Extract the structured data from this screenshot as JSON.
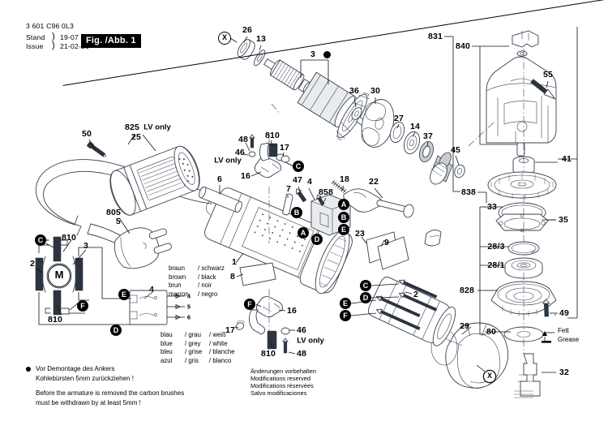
{
  "header": {
    "part_number": "3 601 C96 0L3",
    "stand_label": "Stand",
    "issue_label": "Issue",
    "stand_value": "19-07",
    "issue_value": "21-02-26",
    "fig_label": "Fig. /Abb. 1"
  },
  "notes": {
    "de1": "Vor Demontage des Ankers",
    "de2": "Kohlebürsten 5mm zurückziehen !",
    "en1": "Before the armature is removed the carbon brushes",
    "en2": "must be withdrawn by at least 5mm !"
  },
  "disclaimer": {
    "l1": "Änderungen vorbehalten",
    "l2": "Modifications reserved",
    "l3": "Modifications réservées",
    "l4": "Salvo modificaciones"
  },
  "grease": {
    "de": "Fett",
    "en": "Grease"
  },
  "lv_only": {
    "a": "LV only",
    "b": "LV only",
    "c": "LV only"
  },
  "wire_legend_brown": [
    {
      "a": "braun",
      "b": "/ schwarz"
    },
    {
      "a": "brown",
      "b": "/ black"
    },
    {
      "a": "brun",
      "b": "/ noir"
    },
    {
      "a": "marron",
      "b": "/ negro"
    }
  ],
  "wire_legend_blue": [
    {
      "a": "blau",
      "b": "/ grau",
      "c": "/ weiß"
    },
    {
      "a": "blue",
      "b": "/ grey",
      "c": "/ white"
    },
    {
      "a": "bleu",
      "b": "/ grise",
      "c": "/ blanche"
    },
    {
      "a": "azul",
      "b": "/ gris",
      "c": "/ blanco"
    }
  ],
  "terminal_numbers": {
    "n4": "4",
    "n5": "5",
    "n6": "6"
  },
  "callouts": [
    {
      "text": "26"
    },
    {
      "text": "13"
    },
    {
      "text": "3"
    },
    {
      "text": "36"
    },
    {
      "text": "30"
    },
    {
      "text": "27"
    },
    {
      "text": "14"
    },
    {
      "text": "37"
    },
    {
      "text": "45"
    },
    {
      "text": "838"
    },
    {
      "text": "831"
    },
    {
      "text": "840"
    },
    {
      "text": "55"
    },
    {
      "text": "41"
    },
    {
      "text": "33"
    },
    {
      "text": "35"
    },
    {
      "text": "28/3"
    },
    {
      "text": "28/1"
    },
    {
      "text": "828"
    },
    {
      "text": "49"
    },
    {
      "text": "29"
    },
    {
      "text": "80"
    },
    {
      "text": "32"
    },
    {
      "text": "50"
    },
    {
      "text": "825"
    },
    {
      "text": "25"
    },
    {
      "text": "805"
    },
    {
      "text": "5"
    },
    {
      "text": "810"
    },
    {
      "text": "3"
    },
    {
      "text": "2"
    },
    {
      "text": "810"
    },
    {
      "text": "4"
    },
    {
      "text": "48"
    },
    {
      "text": "810"
    },
    {
      "text": "46"
    },
    {
      "text": "17"
    },
    {
      "text": "16"
    },
    {
      "text": "6"
    },
    {
      "text": "7"
    },
    {
      "text": "47"
    },
    {
      "text": "4"
    },
    {
      "text": "858"
    },
    {
      "text": "18"
    },
    {
      "text": "22"
    },
    {
      "text": "23"
    },
    {
      "text": "1"
    },
    {
      "text": "8"
    },
    {
      "text": "9"
    },
    {
      "text": "16"
    },
    {
      "text": "17"
    },
    {
      "text": "46"
    },
    {
      "text": "810"
    },
    {
      "text": "48"
    },
    {
      "text": "2"
    }
  ],
  "markers": [
    {
      "letter": "X"
    },
    {
      "letter": "C"
    },
    {
      "letter": "M"
    },
    {
      "letter": "F"
    },
    {
      "letter": "E"
    },
    {
      "letter": "D"
    },
    {
      "letter": "C"
    },
    {
      "letter": "A"
    },
    {
      "letter": "B"
    },
    {
      "letter": "B"
    },
    {
      "letter": "E"
    },
    {
      "letter": "A"
    },
    {
      "letter": "D"
    },
    {
      "letter": "F"
    },
    {
      "letter": "C"
    },
    {
      "letter": "D"
    },
    {
      "letter": "E"
    },
    {
      "letter": "F"
    },
    {
      "letter": "X"
    }
  ]
}
